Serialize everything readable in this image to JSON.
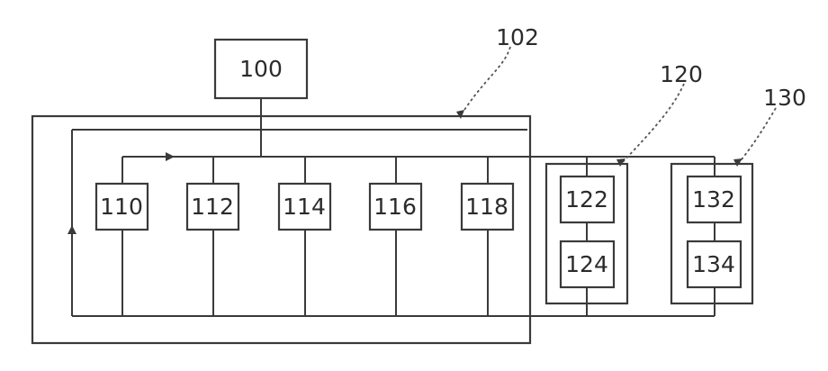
{
  "diagram": {
    "controller": "100",
    "references": {
      "system": "102",
      "group_a": "120",
      "group_b": "130"
    },
    "modules": [
      "110",
      "112",
      "114",
      "116",
      "118"
    ],
    "group_a_units": [
      "122",
      "124"
    ],
    "group_b_units": [
      "132",
      "134"
    ]
  }
}
